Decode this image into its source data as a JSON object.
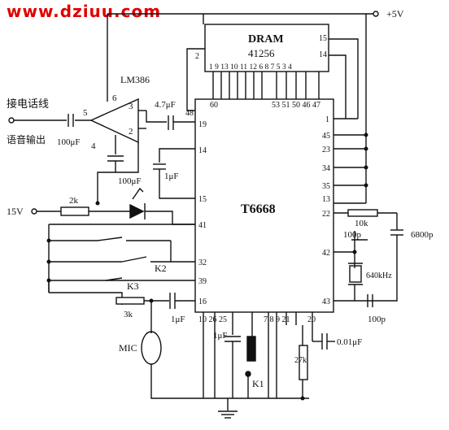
{
  "watermark": "www.dziuu.com",
  "supply": "+5V",
  "dram": {
    "title": "DRAM",
    "part": "41256",
    "top_pins": "1 9 13 10 11 12 6 8 7 5 3 4",
    "pin2": "2",
    "pin15": "15",
    "pin14": "14"
  },
  "ic": {
    "name": "T6668"
  },
  "lm386": {
    "name": "LM386",
    "pin5": "5",
    "pin6": "6",
    "pin3": "3",
    "pin2": "2",
    "pin4": "4"
  },
  "labels": {
    "phone_in": "接电话线",
    "voice_out": "语音输出",
    "c_100uF_in": "100μF",
    "c_4_7uF": "4.7μF",
    "c_100uF_out": "100μF",
    "c_1uF_left": "1μF",
    "r_2k": "2k",
    "supply_15v": "15V",
    "k2": "K2",
    "k3": "K3",
    "r_3k": "3k",
    "c_1uF_39": "1μF",
    "mic": "MIC",
    "c_1uF_bottom": "1μF",
    "k1": "K1",
    "r_27k": "27k",
    "c_0_01uF": "0.01μF",
    "r_10k": "10k",
    "c_100p_top": "100p",
    "c_6800p": "6800p",
    "xtal": "640kHz",
    "c_100p_bottom": "100p"
  },
  "pins": {
    "p48": "48",
    "p60": "60",
    "p19": "19",
    "p14": "14",
    "p15": "15",
    "p41": "41",
    "p32": "32",
    "p39": "39",
    "p16": "16",
    "top_right": "53 51 50 46 47",
    "r1": "1",
    "r45": "45",
    "r23": "23",
    "r34": "34",
    "r35": "35",
    "r13": "13",
    "r22": "22",
    "r42": "42",
    "r43": "43",
    "bottom": "10 26 25",
    "bottom2": "7 8 9 21",
    "b20": "20"
  }
}
